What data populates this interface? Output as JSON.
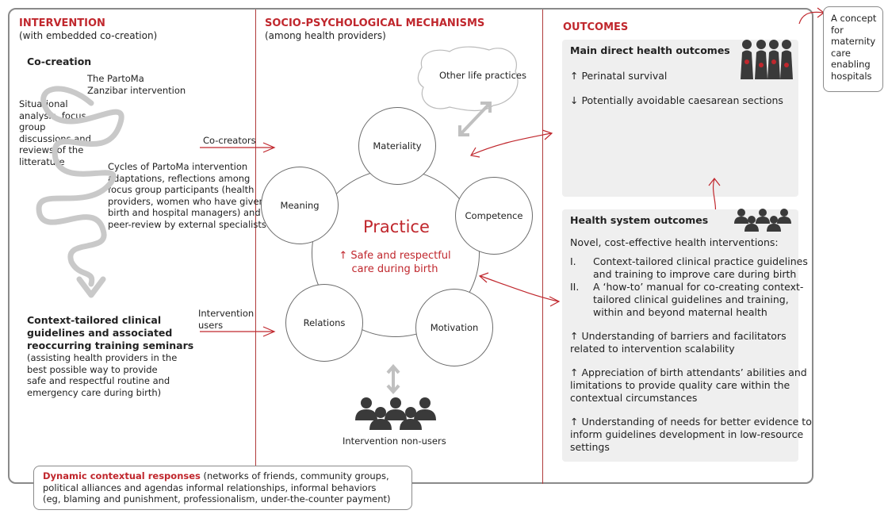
{
  "intervention": {
    "title": "INTERVENTION",
    "subtitle": "(with embedded co-creation)",
    "cocreation_label": "Co-creation",
    "partoma_label": "The PartoMa\nZanzibar intervention",
    "situational_text": "Situational\nanalysis, focus\ngroup\ndiscussions and\nreviews of the\nlitterature",
    "cycles_text": "Cycles of PartoMa intervention\nadaptations, reflections among\nfocus group participants (health\nproviders, women who have given\nbirth and hospital managers) and\npeer-review by external specialists",
    "guidelines_title": "Context-tailored clinical\nguidelines and associated\nreoccurring training seminars",
    "guidelines_desc": "(assisting health providers in the\nbest possible way to provide\nsafe and respectful routine and\nemergency care during birth)",
    "cocreators_label": "Co-creators",
    "users_label": "Intervention\nusers"
  },
  "mechanisms": {
    "title": "SOCIO-PSYCHOLOGICAL MECHANISMS",
    "subtitle": "(among health providers)",
    "other_life": "Other life practices",
    "materiality": "Materiality",
    "meaning": "Meaning",
    "competence": "Competence",
    "relations": "Relations",
    "motivation": "Motivation",
    "practice": "Practice",
    "practice_sub": "↑ Safe and respectful\ncare during birth",
    "nonusers": "Intervention non-users"
  },
  "outcomes": {
    "title": "OUTCOMES",
    "main_title": "Main direct health outcomes",
    "main_item1": "↑ Perinatal survival",
    "main_item2": "↓ Potentially avoidable caesarean sections",
    "system_title": "Health system outcomes",
    "system_intro": "Novel, cost-effective health interventions:",
    "system_i_num": "I.",
    "system_i": "Context-tailored clinical practice guidelines\nand training to improve care during birth",
    "system_ii_num": "II.",
    "system_ii": "A ‘how-to’ manual for co-creating context-\ntailored clinical guidelines and training,\nwithin and beyond maternal health",
    "system_item3": "↑ Understanding of barriers and facilitators\nrelated to intervention scalability",
    "system_item4": "↑ Appreciation of birth attendants’ abilities and\nlimitations to provide quality care within the\ncontextual circumstances",
    "system_item5": "↑ Understanding of needs for better evidence to\ninform guidelines development in low-resource\nsettings"
  },
  "concept": "A concept\nfor\nmaternity\ncare\nenabling\nhospitals",
  "dynamic": {
    "label": "Dynamic contextual responses",
    "text": " (networks of friends, community groups,\npolitical alliances and agendas informal relationships, informal behaviors\n(eg, blaming and punishment, professionalism, under-the-counter payment)"
  },
  "colors": {
    "accent": "#c0272d",
    "frame": "#8a8a8a",
    "panel": "#efefef",
    "people": "#3a3a3a"
  }
}
